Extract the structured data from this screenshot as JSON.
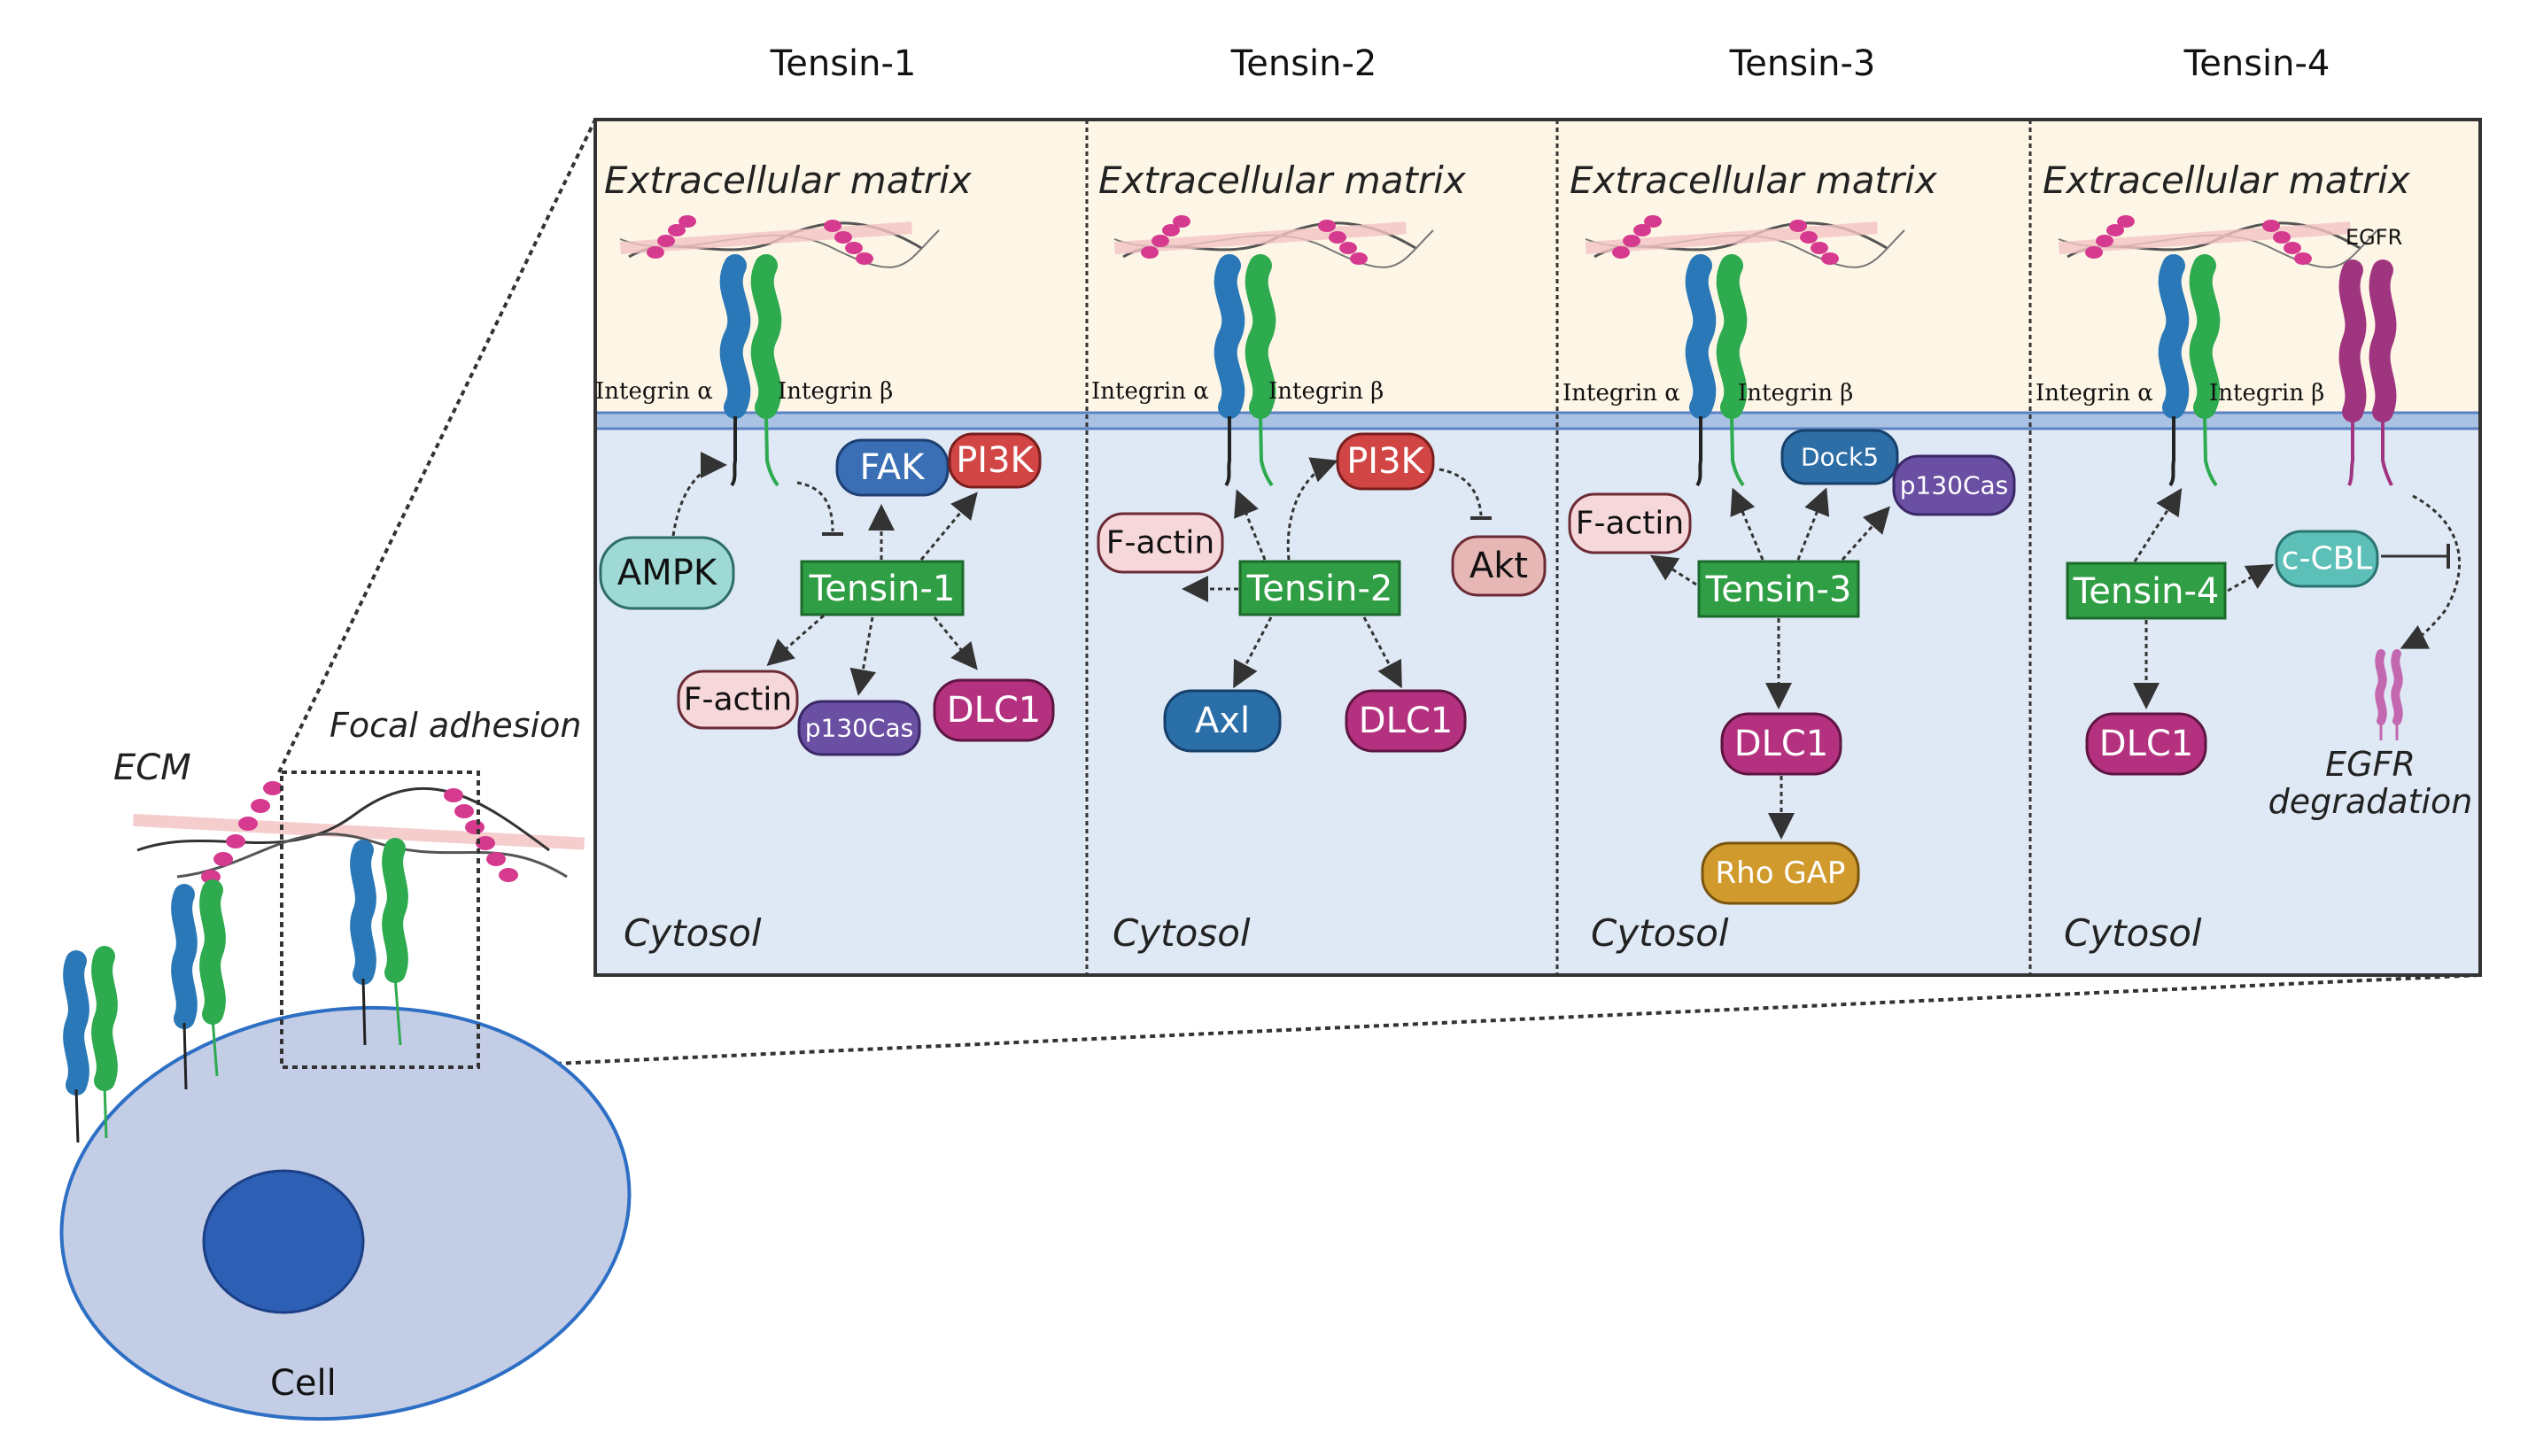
{
  "panels": [
    {
      "title": "Tensin-1",
      "ecm_label": "Extracellular matrix",
      "integrin_alpha": "Integrin α",
      "integrin_beta": "Integrin β",
      "cytosol_label": "Cytosol",
      "nodes": [
        "Tensin-1",
        "FAK",
        "PI3K",
        "AMPK",
        "F-actin",
        "p130Cas",
        "DLC1"
      ]
    },
    {
      "title": "Tensin-2",
      "ecm_label": "Extracellular matrix",
      "integrin_alpha": "Integrin α",
      "integrin_beta": "Integrin β",
      "cytosol_label": "Cytosol",
      "nodes": [
        "Tensin-2",
        "PI3K",
        "Akt",
        "F-actin",
        "Axl",
        "DLC1"
      ]
    },
    {
      "title": "Tensin-3",
      "ecm_label": "Extracellular matrix",
      "integrin_alpha": "Integrin α",
      "integrin_beta": "Integrin β",
      "cytosol_label": "Cytosol",
      "nodes": [
        "Tensin-3",
        "Dock5",
        "p130Cas",
        "F-actin",
        "DLC1",
        "Rho GAP"
      ]
    },
    {
      "title": "Tensin-4",
      "ecm_label": "Extracellular matrix",
      "integrin_alpha": "Integrin α",
      "integrin_beta": "Integrin β",
      "egfr_label": "EGFR",
      "cytosol_label": "Cytosol",
      "nodes": [
        "Tensin-4",
        "c-CBL",
        "DLC1"
      ],
      "egfr_degradation": [
        "EGFR",
        "degradation"
      ]
    }
  ],
  "cell_overview": {
    "ecm_label": "ECM",
    "focal_adhesion_label": "Focal adhesion",
    "cell_label": "Cell"
  },
  "colors": {
    "tensin_green": "#2f9e44",
    "fak_blue": "#3a6fb5",
    "pi3k_red": "#d24545",
    "ampk_teal": "#9fd9d6",
    "factin_pink": "#f6d7da",
    "p130cas_purple": "#6a4fa3",
    "dlc1_magenta": "#b4317f",
    "akt_pink": "#e7b7b5",
    "axl_blue": "#2b6fa8",
    "dock5_blue": "#2e6ea6",
    "rhogap_gold": "#d19a2c",
    "ccbl_teal": "#5cbfb8",
    "ecm_bg": "#fdf6e6",
    "cytosol_bg": "#dfe9f5",
    "integrin_alpha": "#2a78b8",
    "integrin_beta": "#2eaa4f",
    "egfr": "#a0357f",
    "cell_body": "#c4cde6",
    "nucleus": "#2d5fb5"
  }
}
